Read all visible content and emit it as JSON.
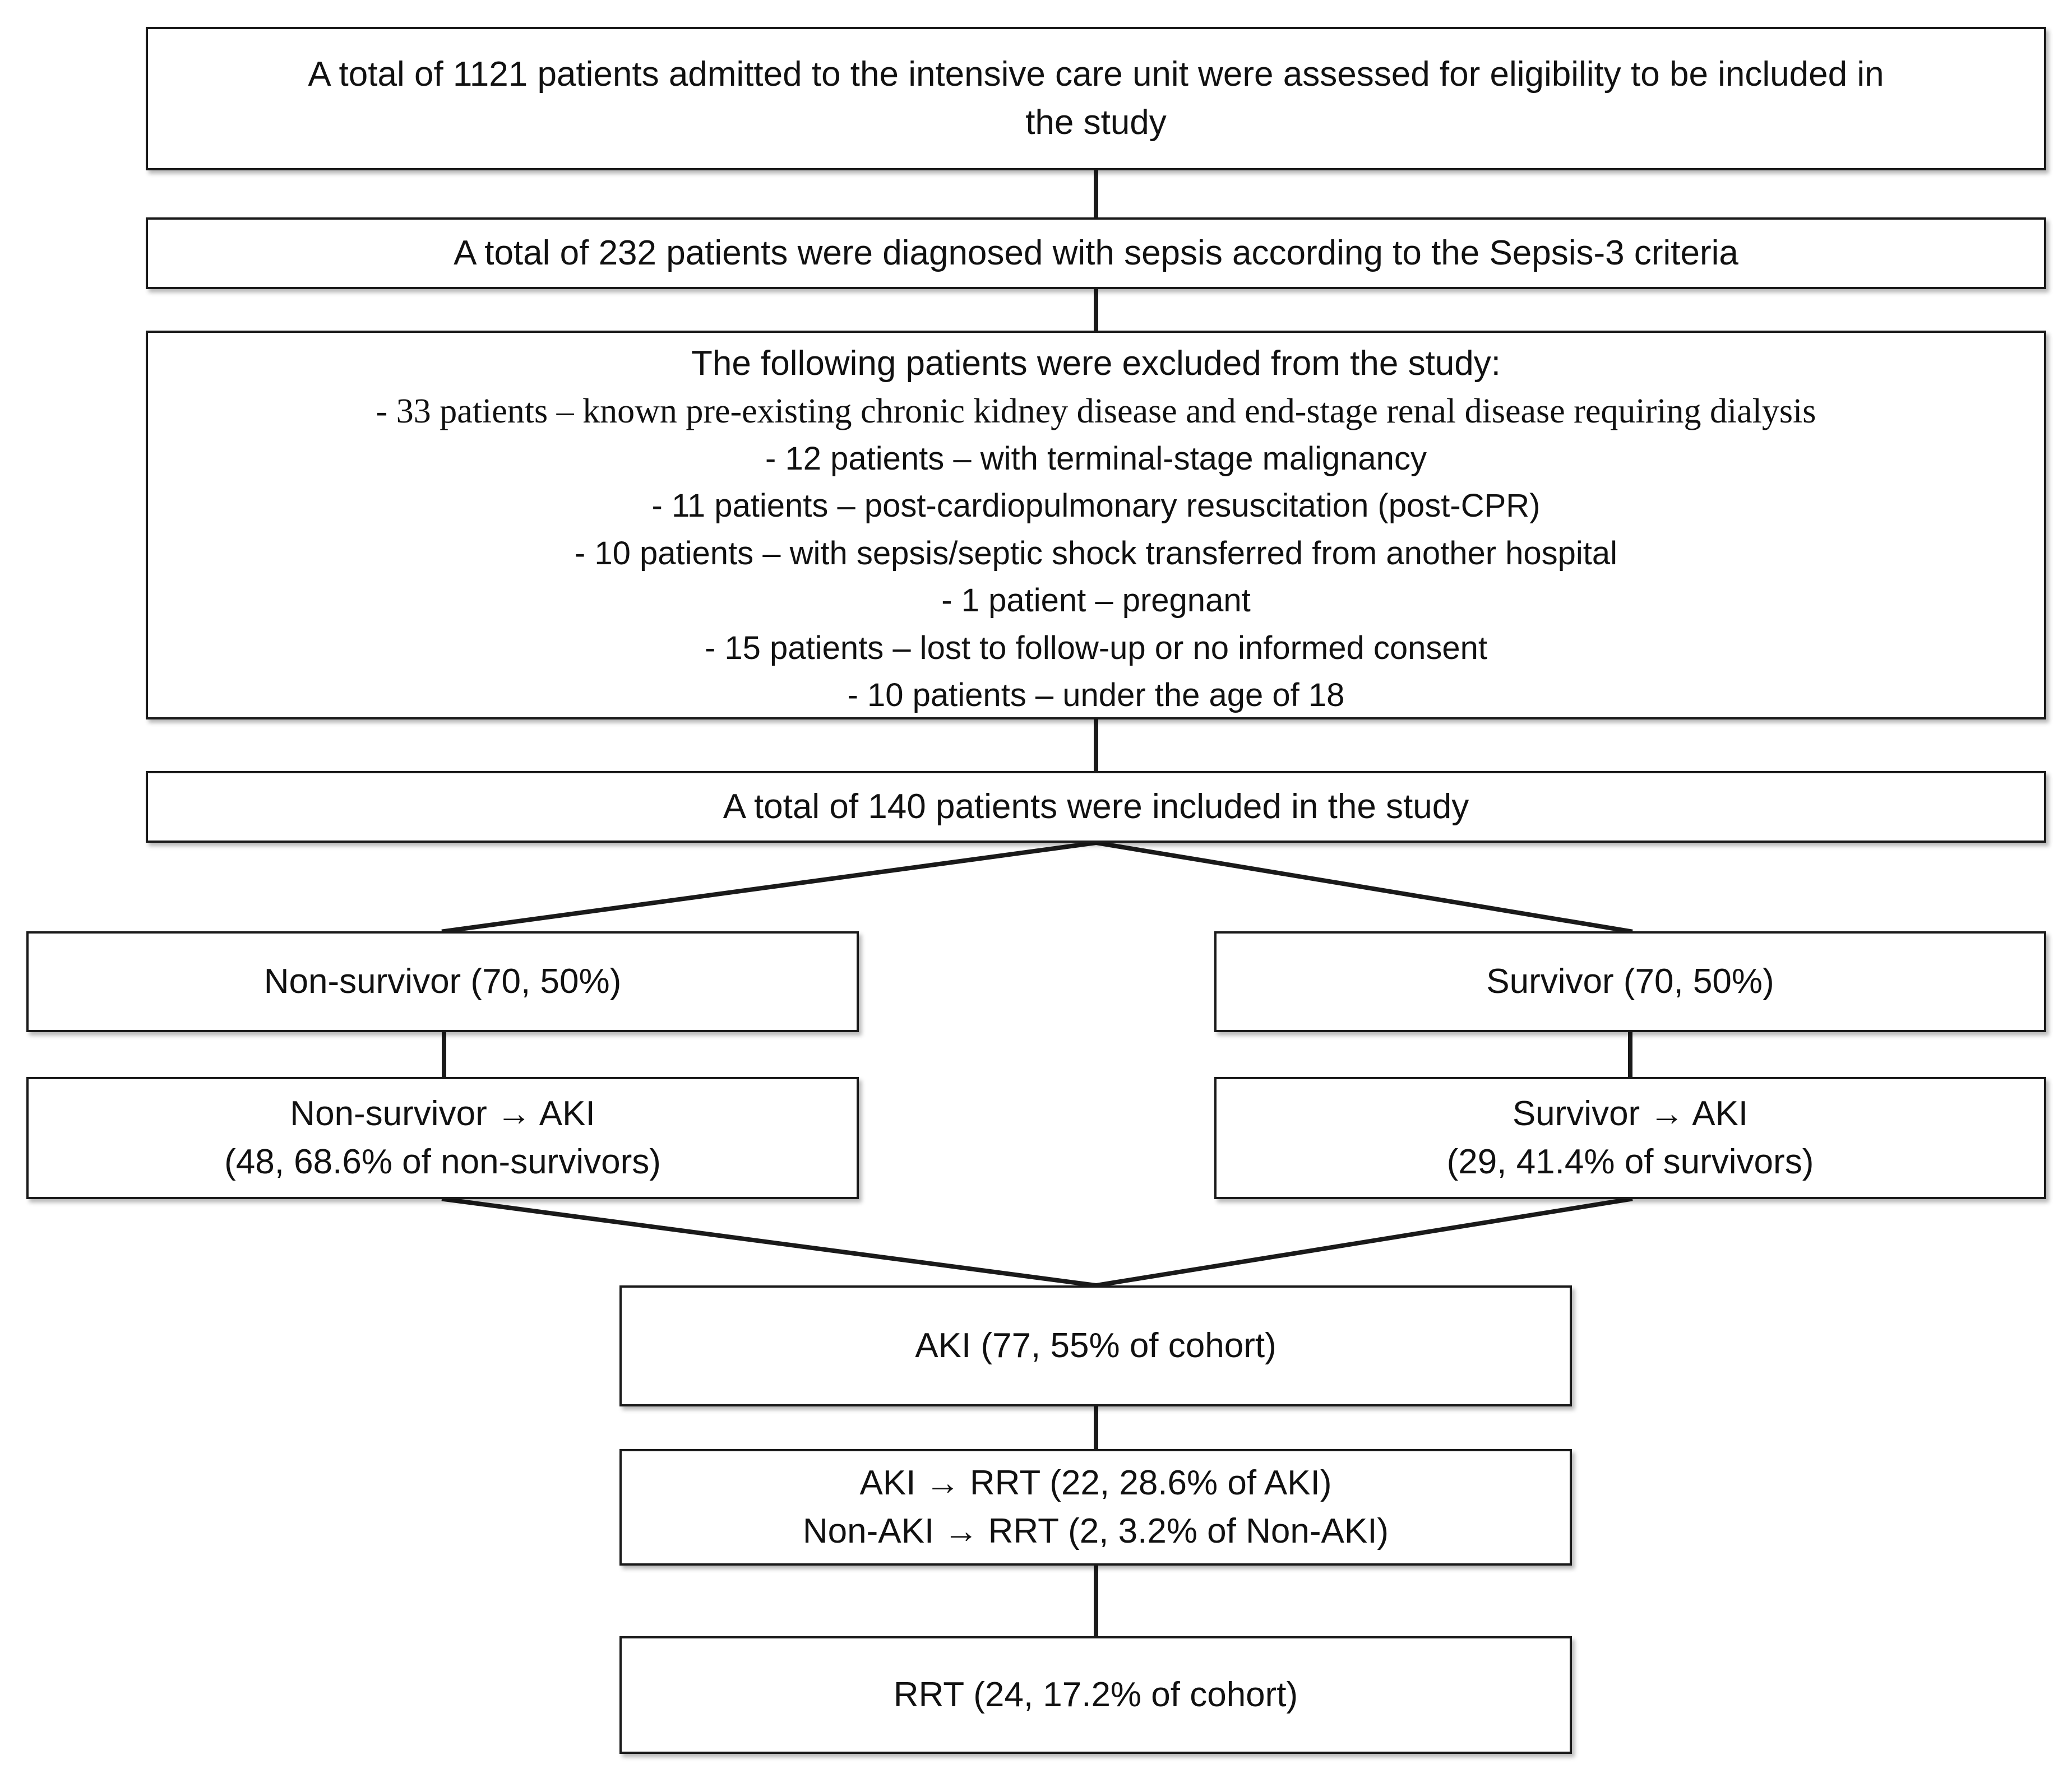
{
  "flowchart": {
    "assessed": {
      "lines": [
        "A total of 1121 patients admitted to the intensive care unit were assessed for eligibility to be included in",
        "the study"
      ]
    },
    "sepsis": {
      "text": "A total of 232 patients were diagnosed with sepsis according to the Sepsis-3 criteria"
    },
    "excluded": {
      "title": "The following patients were excluded from the study:",
      "items": [
        "- 33 patients – known pre-existing chronic kidney disease and end-stage renal disease requiring dialysis",
        "- 12 patients – with terminal-stage malignancy",
        "- 11 patients – post-cardiopulmonary resuscitation (post-CPR)",
        "- 10 patients – with sepsis/septic shock transferred from another hospital",
        "- 1 patient – pregnant",
        "- 15 patients – lost to follow-up or no informed consent",
        "- 10 patients – under the age of 18"
      ]
    },
    "included": {
      "text": "A total of 140 patients were included in the study"
    },
    "non_survivor": {
      "text": "Non-survivor (70, 50%)"
    },
    "survivor": {
      "text": "Survivor (70, 50%)"
    },
    "non_survivor_aki": {
      "lines": [
        "Non-survivor → AKI",
        "(48, 68.6% of non-survivors)"
      ]
    },
    "survivor_aki": {
      "lines": [
        "Survivor → AKI",
        "(29, 41.4% of survivors)"
      ]
    },
    "aki": {
      "text": "AKI (77, 55% of cohort)"
    },
    "rrt_split": {
      "lines": [
        "AKI → RRT (22, 28.6% of AKI)",
        "Non-AKI → RRT (2, 3.2% of Non-AKI)"
      ]
    },
    "rrt": {
      "text": "RRT (24, 17.2% of cohort)"
    }
  }
}
